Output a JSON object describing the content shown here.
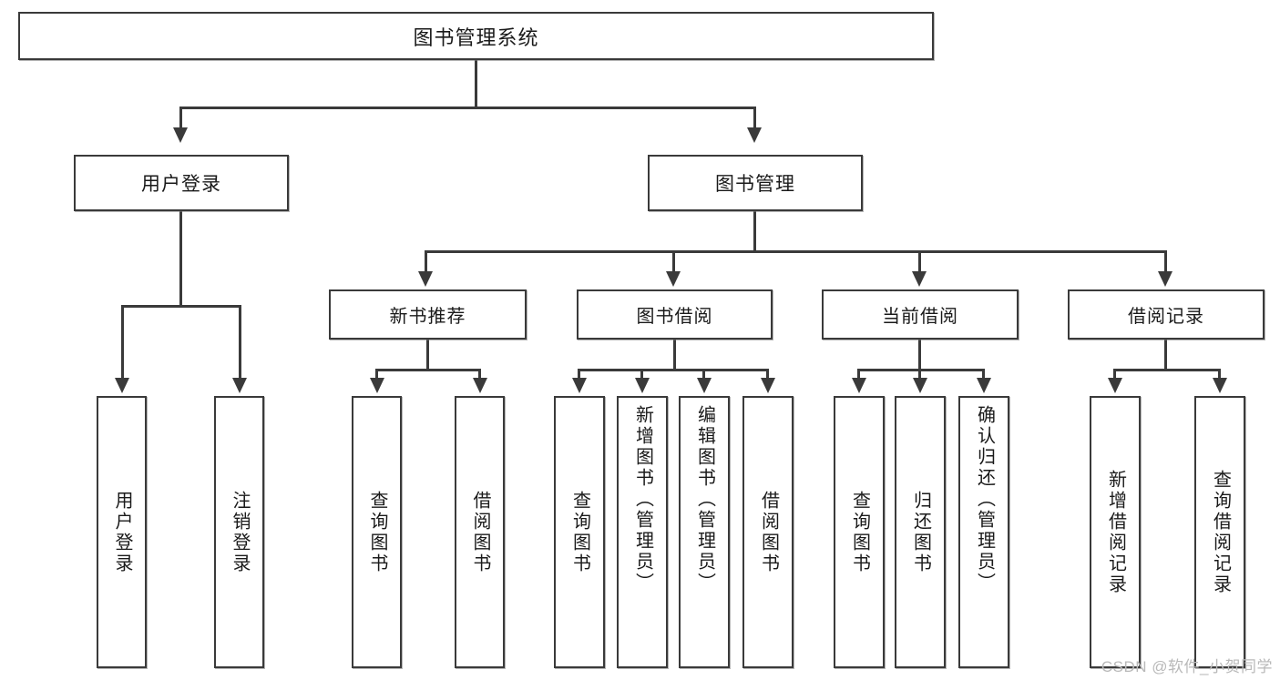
{
  "diagram": {
    "title": "图书管理系统",
    "type": "tree",
    "watermark": "CSDN @软件_小贺同学",
    "colors": {
      "stroke": "#3a3a3a",
      "fill": "#ffffff",
      "text": "#1a1a1a",
      "watermark": "#b9b9b9"
    },
    "root": {
      "label": "图书管理系统"
    },
    "level2": [
      {
        "label": "用户登录"
      },
      {
        "label": "图书管理"
      }
    ],
    "level3": [
      {
        "label": "新书推荐"
      },
      {
        "label": "图书借阅"
      },
      {
        "label": "当前借阅"
      },
      {
        "label": "借阅记录"
      }
    ],
    "leaves": {
      "user_login": [
        {
          "label": "用户登录"
        },
        {
          "label": "注销登录"
        }
      ],
      "new_book_recommend": [
        {
          "label": "查询图书"
        },
        {
          "label": "借阅图书"
        }
      ],
      "book_borrow": [
        {
          "label": "查询图书"
        },
        {
          "label": "新增图书（管理员）"
        },
        {
          "label": "编辑图书（管理员）"
        },
        {
          "label": "借阅图书"
        }
      ],
      "current_borrow": [
        {
          "label": "查询图书"
        },
        {
          "label": "归还图书"
        },
        {
          "label": "确认归还（管理员）"
        }
      ],
      "borrow_records": [
        {
          "label": "新增借阅记录"
        },
        {
          "label": "查询借阅记录"
        }
      ]
    }
  }
}
